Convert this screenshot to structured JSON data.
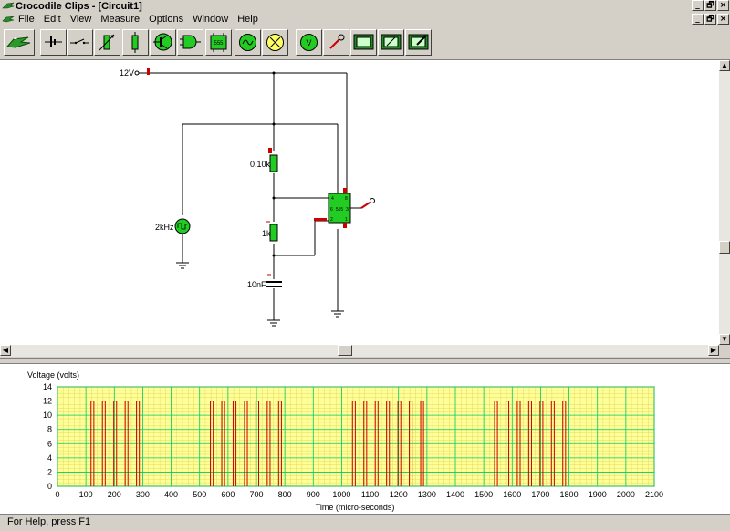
{
  "window": {
    "title": "Crocodile Clips - [Circuit1]",
    "outer_controls": [
      "_",
      "🗗",
      "×"
    ],
    "inner_controls": [
      "_",
      "🗗",
      "×"
    ]
  },
  "menu": [
    "File",
    "Edit",
    "View",
    "Measure",
    "Options",
    "Window",
    "Help"
  ],
  "toolbar": [
    {
      "name": "crocodile-logo-button"
    },
    {
      "name": "battery-button"
    },
    {
      "name": "switch-button"
    },
    {
      "name": "variable-resistor-button"
    },
    {
      "name": "resistor-button"
    },
    {
      "name": "transistor-button"
    },
    {
      "name": "logic-gate-button"
    },
    {
      "name": "ic-555-button",
      "label": "555"
    },
    {
      "name": "function-generator-button"
    },
    {
      "name": "lamp-button"
    },
    {
      "name": "voltmeter-button"
    },
    {
      "name": "probe-button"
    },
    {
      "name": "oscilloscope-button"
    },
    {
      "name": "graph-button"
    },
    {
      "name": "graph-edit-button"
    }
  ],
  "circuit": {
    "supply_label": "12V",
    "resistor1_label": "0.10k",
    "resistor2_label": "1k",
    "capacitor_label": "10nF",
    "generator_label": "2kHz",
    "ic_label": "555",
    "ic_pins": [
      "4",
      "8",
      "6",
      "3",
      "2",
      "1"
    ]
  },
  "chart_data": {
    "type": "line",
    "ylabel": "Voltage (volts)",
    "xlabel": "Time (micro-seconds)",
    "xlim": [
      0,
      2100
    ],
    "ylim": [
      0,
      14
    ],
    "x_ticks": [
      0,
      100,
      200,
      300,
      400,
      500,
      600,
      700,
      800,
      900,
      1000,
      1100,
      1200,
      1300,
      1400,
      1500,
      1600,
      1700,
      1800,
      1900,
      2000,
      2100
    ],
    "y_ticks": [
      0,
      2,
      4,
      6,
      8,
      10,
      12,
      14
    ],
    "grid": true,
    "series": [
      {
        "color": "#cc0000",
        "pulse_high": 12,
        "pulse_low": 0,
        "pulse_width": 10,
        "pulse_starts": [
          118,
          158,
          198,
          238,
          278,
          538,
          578,
          618,
          658,
          698,
          738,
          778,
          1038,
          1078,
          1118,
          1158,
          1198,
          1238,
          1278,
          1538,
          1578,
          1618,
          1658,
          1698,
          1738,
          1778
        ]
      }
    ],
    "background": "#ffff99",
    "grid_color": "#00cc66"
  },
  "status": "For Help, press F1"
}
